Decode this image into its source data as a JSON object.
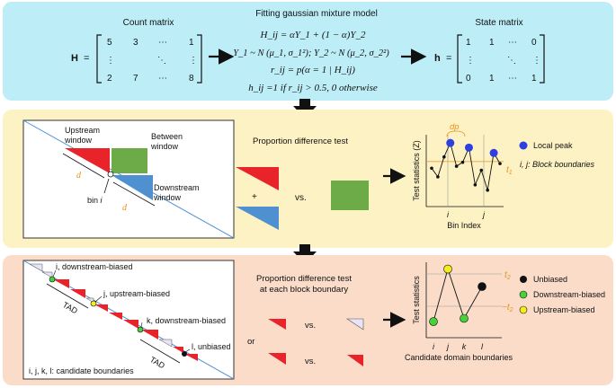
{
  "panel1": {
    "count_title": "Count matrix",
    "count_symbol": "H",
    "count_eq": "=",
    "count_row1": [
      "5",
      "3",
      "⋯",
      "1"
    ],
    "count_row2": [
      "⋮",
      "⋱",
      "⋮"
    ],
    "count_row3": [
      "2",
      "7",
      "⋯",
      "8"
    ],
    "gmm_title": "Fitting gaussian mixture model",
    "eq1": "H",
    "eq2": "Y",
    "eq3": "r",
    "eq4": "h",
    "eq1_text": "H_ij = αY_1 + (1 − α)Y_2",
    "eq2_text": "Y_1 ~ N (μ_1, σ_1²); Y_2 ~ N (μ_2, σ_2²)",
    "eq3_text": "r_ij = p(α = 1 | H_ij)",
    "eq4_text": "h_ij =1 if r_ij > 0.5, 0 otherwise",
    "state_title": "State matrix",
    "state_symbol": "h",
    "state_eq": "=",
    "state_row1": [
      "1",
      "1",
      "⋯",
      "0"
    ],
    "state_row2": [
      "⋮",
      "⋱",
      "⋮"
    ],
    "state_row3": [
      "0",
      "1",
      "⋯",
      "1"
    ]
  },
  "panel2": {
    "upstream_label_1": "Upstream",
    "upstream_label_2": "window",
    "between_label_1": "Between",
    "between_label_2": "window",
    "downstream_label_1": "Downstream",
    "downstream_label_2": "window",
    "bin_label": "bin ",
    "bin_var": "i",
    "d_symbol": "d",
    "test_title": "Proportion difference test",
    "plus": "+",
    "vs": "vs.",
    "y_axis_label": "Test statistics (Z)",
    "x_axis_label": "Bin Index",
    "tick_i": "i",
    "tick_j": "j",
    "dp_label": "dp",
    "t1_label": "t",
    "t1_sub": "1",
    "legend_local_peak": "Local peak",
    "legend_block": "i, j: Block boundaries"
  },
  "panel3": {
    "label_i": "i, downstream-biased",
    "label_j": "j, upstream-biased",
    "label_k": "k, downstream-biased",
    "label_l": "l, unbiased",
    "tad1": "TAD",
    "tad2": "TAD",
    "footnote": "i, j, k, l: candidate boundaries",
    "test_title_1": "Proportion difference test",
    "test_title_2": "at each block boundary",
    "or": "or",
    "vs1": "vs.",
    "vs2": "vs.",
    "y_axis_label": "Test statistics",
    "x_axis_label": "Candidate domain boundaries",
    "ticks": [
      "i",
      "j",
      "k",
      "l"
    ],
    "t2_label": "t",
    "t2_sub": "2",
    "neg_t2_label": "−t",
    "neg_t2_sub": "2",
    "legend": [
      "Unbiased",
      "Downstream-biased",
      "Upstream-biased"
    ]
  },
  "colors": {
    "panel1_bg": "#bdeef7",
    "panel2_bg": "#fdf2c4",
    "panel3_bg": "#fadcc8",
    "red": "#e8242a",
    "green": "#6cab48",
    "blue": "#4f90d0",
    "peak_blue": "#2d3fe0",
    "orange": "#e8931e",
    "green_dot": "#46d33a",
    "yellow_dot": "#f4ef1c"
  },
  "chart_data": [
    {
      "type": "line",
      "title": "",
      "ylabel": "Test statistics (Z)",
      "xlabel": "Bin Index",
      "values": [
        0.55,
        0.42,
        0.72,
        0.93,
        0.58,
        0.64,
        0.86,
        0.3,
        0.52,
        0.22,
        0.78,
        0.62
      ],
      "peaks": [
        3,
        6,
        10
      ],
      "threshold_label": "t1",
      "threshold": 0.65,
      "ylim": [
        0,
        1
      ]
    },
    {
      "type": "line",
      "title": "",
      "ylabel": "Test statistics",
      "xlabel": "Candidate domain boundaries",
      "categories": [
        "i",
        "j",
        "k",
        "l"
      ],
      "values": [
        -0.55,
        1.1,
        -0.45,
        0.55
      ],
      "thresholds": [
        "t2",
        "-t2"
      ],
      "ylim": [
        -1,
        1.2
      ]
    }
  ]
}
